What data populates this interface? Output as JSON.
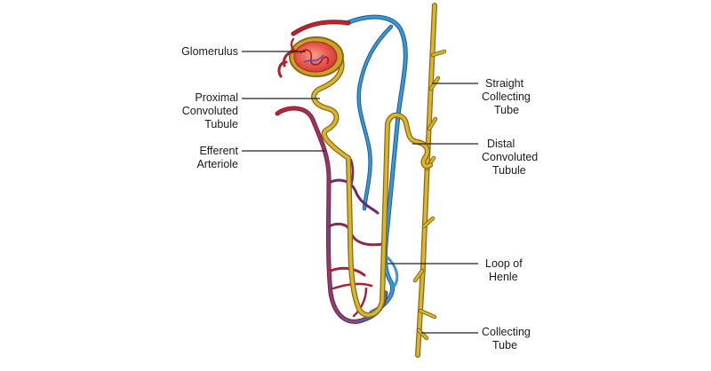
{
  "labels": {
    "glomerulus": "Glomerulus",
    "proximal_convoluted_tubule": [
      "Proximal",
      "Convoluted",
      "Tubule"
    ],
    "efferent_arteriole": [
      "Efferent",
      "Arteriole"
    ],
    "straight_collecting_tube": [
      "Straight",
      "Collecting",
      "Tube"
    ],
    "distal_convoluted_tubule": [
      "Distal",
      "Convoluted",
      "Tubule"
    ],
    "loop_of_henle": [
      "Loop of",
      "Henle"
    ],
    "collecting_tube": [
      "Collecting",
      "Tube"
    ]
  },
  "colors": {
    "artery_red": "#c0222c",
    "vein_blue": "#2a83c8",
    "tubule_yellow": "#c9a227",
    "tubule_outline": "#8a6a10",
    "glomerulus_fill": "#e8574a",
    "leader_line": "#222222"
  },
  "icons": {
    "nephron": "nephron-illustration"
  }
}
